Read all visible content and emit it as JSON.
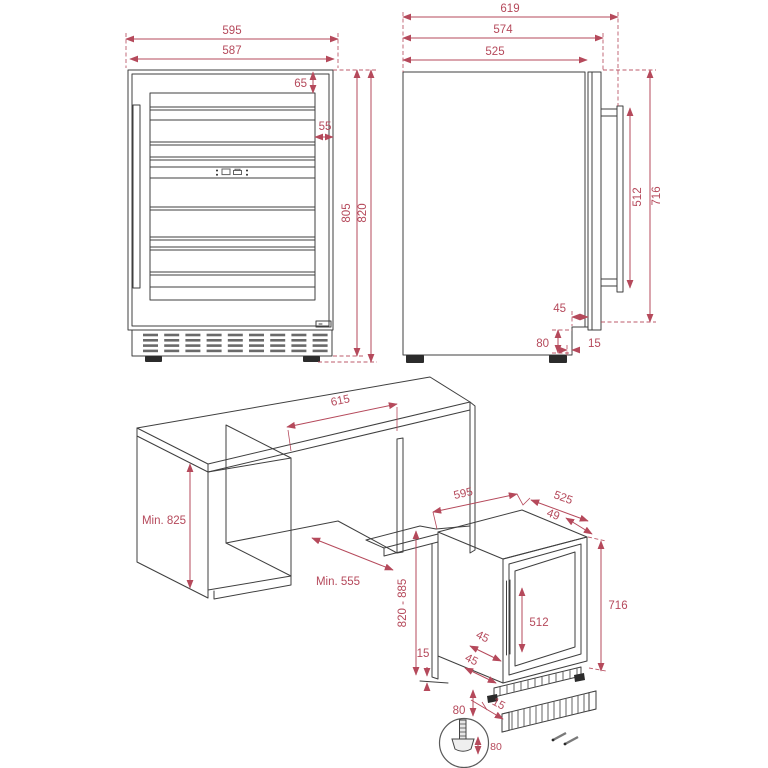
{
  "document": {
    "type": "appliance installation diagram",
    "product": "under-counter wine cooler"
  },
  "colors": {
    "dimension_color": "#b5495b",
    "line_color": "#3f3f3f",
    "background": "#ffffff"
  },
  "views": {
    "front": {
      "label": "front elevation",
      "dims": {
        "width_total": "595",
        "width_door": "587",
        "top_clearance": "65",
        "side_clearance": "55",
        "height_body": "805",
        "height_total": "820"
      }
    },
    "side": {
      "label": "side elevation",
      "dims": {
        "depth_total": "619",
        "depth_with_door": "574",
        "depth_body": "525",
        "handle_length": "512",
        "door_height": "716",
        "recess_depth": "45",
        "plinth_height": "80",
        "foot_inset": "15"
      }
    },
    "cabinet": {
      "label": "worktop niche isometric",
      "dims": {
        "niche_width": "615",
        "counter_height_min": "Min. 825",
        "niche_depth_min": "Min. 555"
      }
    },
    "install": {
      "label": "installation isometric",
      "dims": {
        "width": "595",
        "depth": "525",
        "door_overhang": "49",
        "niche_height": "820 - 885",
        "height": "716",
        "handle_length": "512",
        "panel_floor_gap": "15",
        "clearance_top": "45",
        "clearance_bottom": "45",
        "plinth_height": "80",
        "grille_inset": "15",
        "foot_height": "80"
      }
    }
  }
}
